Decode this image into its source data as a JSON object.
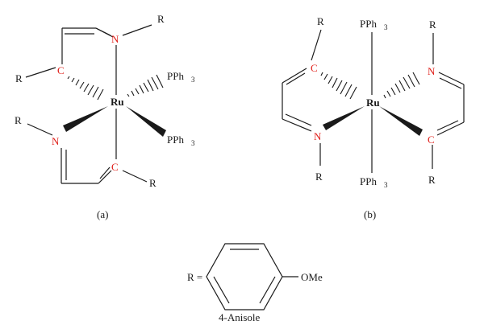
{
  "colors": {
    "ink": "#1a1a1a",
    "carbon_label": "#e0201b",
    "background": "#ffffff"
  },
  "atoms": {
    "metal": "Ru",
    "nitrogen": "N",
    "carbon": "C",
    "substituent": "R",
    "phosphine": "PPh",
    "phosphine_subscript": "3"
  },
  "captions": {
    "a": "(a)",
    "b": "(b)"
  },
  "legend": {
    "prefix": "R =",
    "group": "OMe",
    "name": "4-Anisole"
  }
}
